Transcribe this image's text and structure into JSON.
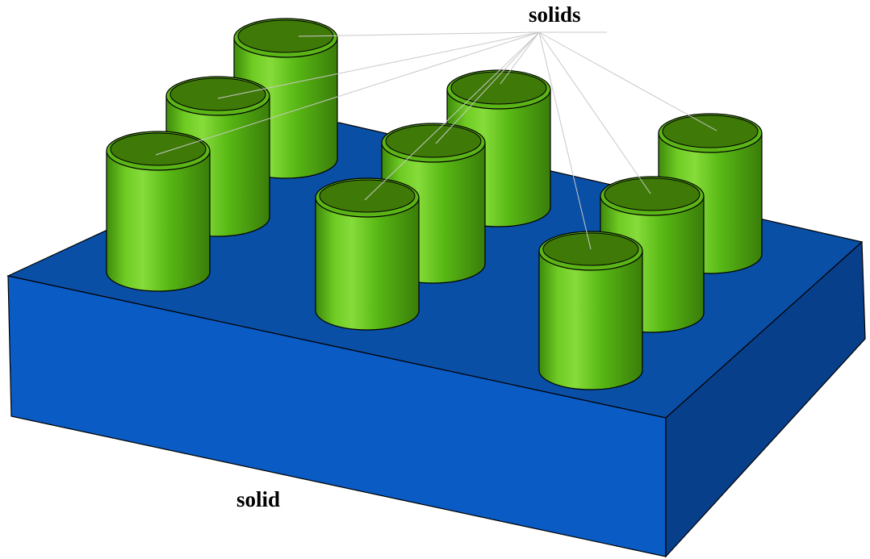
{
  "labels": {
    "solids": "solids",
    "solid": "solid"
  },
  "colors": {
    "box_top": "#0a4fa6",
    "box_front": "#0a5bc4",
    "box_side": "#083f8a",
    "cyl_top": "#3f7a08",
    "cyl_top_rim": "#5cb516",
    "cyl_body_dark": "#3e8a0b",
    "cyl_body_mid": "#58b814",
    "cyl_body_light": "#86dc3a",
    "leader": "#c8c8c8"
  },
  "solid_count": 1,
  "solids_count": 9
}
